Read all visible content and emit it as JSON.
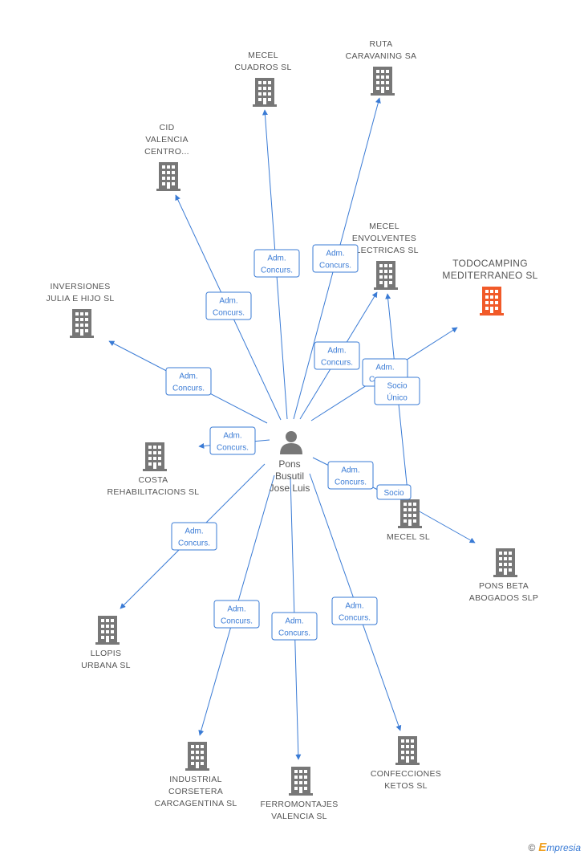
{
  "colors": {
    "edge": "#3a7bd5",
    "building": "#777777",
    "highlight": "#f15a29",
    "person": "#777777"
  },
  "center": {
    "label_lines": [
      "Pons",
      "Busutil",
      "Jose Luis"
    ],
    "icon": "person-icon"
  },
  "nodes": [
    {
      "id": "mecel-cuadros",
      "label_lines": [
        "MECEL",
        "CUADROS SL"
      ],
      "icon": "building-icon"
    },
    {
      "id": "ruta-caravaning",
      "label_lines": [
        "RUTA",
        "CARAVANING SA"
      ],
      "icon": "building-icon"
    },
    {
      "id": "cid-valencia",
      "label_lines": [
        "CID",
        "VALENCIA",
        "CENTRO..."
      ],
      "icon": "building-icon"
    },
    {
      "id": "mecel-envolventes",
      "label_lines": [
        "MECEL",
        "ENVOLVENTES",
        "ELECTRICAS SL"
      ],
      "icon": "building-icon"
    },
    {
      "id": "todocamping",
      "label_lines": [
        "TODOCAMPING",
        "MEDITERRANEO SL"
      ],
      "icon": "building-icon",
      "highlight": true
    },
    {
      "id": "inversiones-julia",
      "label_lines": [
        "INVERSIONES",
        "JULIA E HIJO SL"
      ],
      "icon": "building-icon"
    },
    {
      "id": "costa-rehab",
      "label_lines": [
        "COSTA",
        "REHABILITACIONS SL"
      ],
      "icon": "building-icon"
    },
    {
      "id": "mecel-sl",
      "label_lines": [
        "MECEL SL"
      ],
      "icon": "building-icon"
    },
    {
      "id": "pons-beta",
      "label_lines": [
        "PONS BETA",
        "ABOGADOS SLP"
      ],
      "icon": "building-icon"
    },
    {
      "id": "llopis-urbana",
      "label_lines": [
        "LLOPIS",
        "URBANA SL"
      ],
      "icon": "building-icon"
    },
    {
      "id": "industrial-corsetera",
      "label_lines": [
        "INDUSTRIAL",
        "CORSETERA",
        "CARCAGENTINA SL"
      ],
      "icon": "building-icon"
    },
    {
      "id": "ferromontajes",
      "label_lines": [
        "FERROMONTAJES",
        "VALENCIA SL"
      ],
      "icon": "building-icon"
    },
    {
      "id": "confecciones-ketos",
      "label_lines": [
        "CONFECCIONES",
        "KETOS SL"
      ],
      "icon": "building-icon"
    }
  ],
  "edges": [
    {
      "to": "mecel-cuadros",
      "label_lines": [
        "Adm.",
        "Concurs."
      ]
    },
    {
      "to": "ruta-caravaning",
      "label_lines": [
        "Adm.",
        "Concurs."
      ]
    },
    {
      "to": "cid-valencia",
      "label_lines": [
        "Adm.",
        "Concurs."
      ]
    },
    {
      "to": "mecel-envolventes",
      "label_lines": [
        "Adm.",
        "Concurs."
      ]
    },
    {
      "to": "todocamping",
      "label_lines": [
        "Adm.",
        "Concurs."
      ]
    },
    {
      "to": "inversiones-julia",
      "label_lines": [
        "Adm.",
        "Concurs."
      ]
    },
    {
      "to": "costa-rehab",
      "label_lines": [
        "Adm.",
        "Concurs."
      ]
    },
    {
      "to": "mecel-sl",
      "label_lines": [
        "Adm.",
        "Concurs."
      ]
    },
    {
      "to": "llopis-urbana",
      "label_lines": [
        "Adm.",
        "Concurs."
      ]
    },
    {
      "to": "industrial-corsetera",
      "label_lines": [
        "Adm.",
        "Concurs."
      ]
    },
    {
      "to": "ferromontajes",
      "label_lines": [
        "Adm.",
        "Concurs."
      ]
    },
    {
      "to": "confecciones-ketos",
      "label_lines": [
        "Adm.",
        "Concurs."
      ]
    },
    {
      "from": "mecel-sl",
      "to": "mecel-envolventes",
      "label_lines": [
        "Socio",
        "Único"
      ]
    },
    {
      "from": "mecel-sl",
      "to": "pons-beta",
      "label_lines": [
        "Socio"
      ]
    }
  ],
  "watermark": {
    "copyright": "©",
    "brand_initial": "E",
    "brand_rest": "mpresia"
  }
}
